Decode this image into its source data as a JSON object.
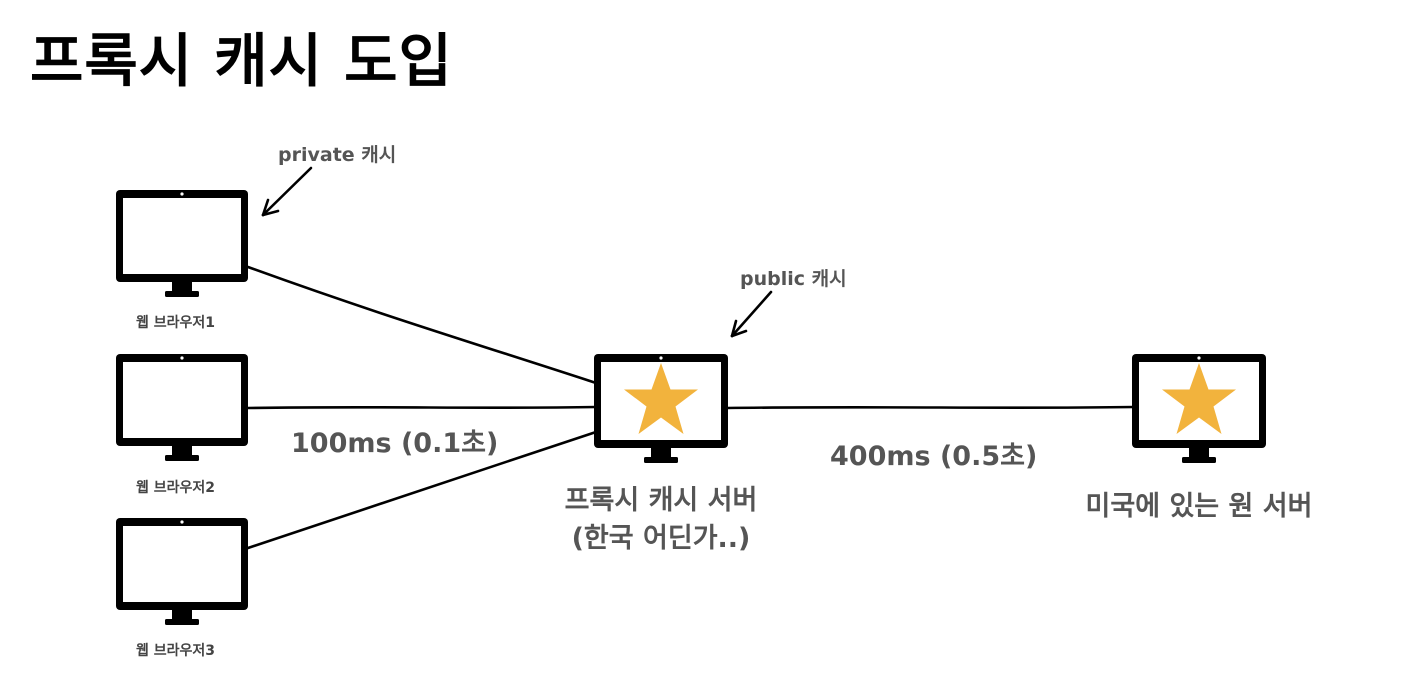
{
  "title": "프록시 캐시 도입",
  "browsers": [
    {
      "label": "웹 브라우저1"
    },
    {
      "label": "웹 브라우저2"
    },
    {
      "label": "웹 브라우저3"
    }
  ],
  "proxy_server": {
    "label_line1": "프록시 캐시 서버",
    "label_line2": "(한국 어딘가..)"
  },
  "origin_server": {
    "label": "미국에 있는 원 서버"
  },
  "annotations": {
    "private_cache": "private 캐시",
    "public_cache": "public 캐시"
  },
  "latency": {
    "browser_to_proxy": "100ms (0.1초)",
    "proxy_to_origin": "400ms (0.5초)"
  },
  "colors": {
    "star": "#F2B33D",
    "monitor": "#000000",
    "label": "#555555"
  },
  "icons": {
    "browser": "monitor-icon",
    "server": "monitor-star-icon"
  }
}
